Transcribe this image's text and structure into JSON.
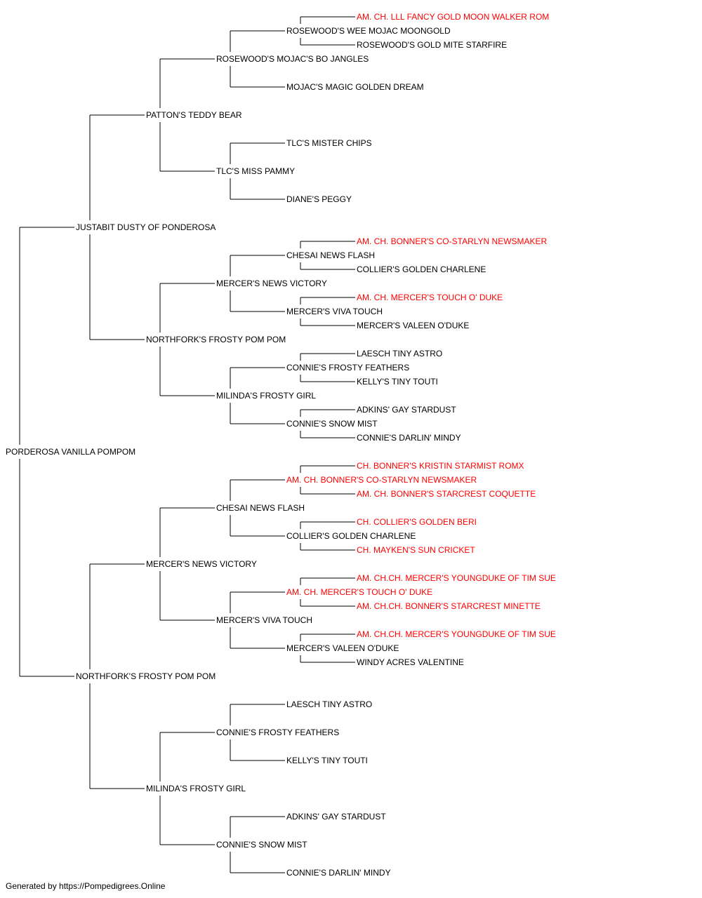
{
  "colors": {
    "text": "#000000",
    "champion": "#ff0000",
    "line": "#000000"
  },
  "pedigree": {
    "name": "PORDEROSA VANILLA POMPOM",
    "sire": {
      "name": "JUSTABIT DUSTY OF PONDEROSA",
      "sire": {
        "name": "PATTON'S TEDDY BEAR",
        "sire": {
          "name": "ROSEWOOD'S MOJAC'S BO JANGLES",
          "sire": {
            "name": "ROSEWOOD'S WEE MOJAC MOONGOLD",
            "sire": {
              "name": "AM. CH. LLL FANCY GOLD MOON WALKER ROM",
              "champion": true
            },
            "dam": {
              "name": "ROSEWOOD'S GOLD MITE STARFIRE"
            }
          },
          "dam": {
            "name": "MOJAC'S MAGIC GOLDEN DREAM"
          }
        },
        "dam": {
          "name": "TLC'S MISS PAMMY",
          "sire": {
            "name": "TLC'S MISTER CHIPS"
          },
          "dam": {
            "name": "DIANE'S PEGGY"
          }
        }
      },
      "dam": {
        "name": "NORTHFORK'S FROSTY POM POM",
        "sire": {
          "name": "MERCER'S NEWS VICTORY",
          "sire": {
            "name": "CHESAI NEWS FLASH",
            "sire": {
              "name": "AM. CH. BONNER'S CO-STARLYN NEWSMAKER",
              "champion": true
            },
            "dam": {
              "name": "COLLIER'S GOLDEN CHARLENE"
            }
          },
          "dam": {
            "name": "MERCER'S VIVA TOUCH",
            "sire": {
              "name": "AM. CH. MERCER'S TOUCH O' DUKE",
              "champion": true
            },
            "dam": {
              "name": "MERCER'S VALEEN O'DUKE"
            }
          }
        },
        "dam": {
          "name": "MILINDA'S FROSTY GIRL",
          "sire": {
            "name": "CONNIE'S FROSTY FEATHERS",
            "sire": {
              "name": "LAESCH TINY ASTRO"
            },
            "dam": {
              "name": "KELLY'S TINY TOUTI"
            }
          },
          "dam": {
            "name": "CONNIE'S SNOW MIST",
            "sire": {
              "name": "ADKINS' GAY STARDUST"
            },
            "dam": {
              "name": "CONNIE'S DARLIN' MINDY"
            }
          }
        }
      }
    },
    "dam": {
      "name": "NORTHFORK'S FROSTY POM POM",
      "sire": {
        "name": "MERCER'S NEWS VICTORY",
        "sire": {
          "name": "CHESAI NEWS FLASH",
          "sire": {
            "name": "AM. CH. BONNER'S CO-STARLYN NEWSMAKER",
            "champion": true,
            "sire": {
              "name": "CH. BONNER'S KRISTIN STARMIST ROMX",
              "champion": true
            },
            "dam": {
              "name": "AM. CH. BONNER'S STARCREST COQUETTE",
              "champion": true
            }
          },
          "dam": {
            "name": "COLLIER'S GOLDEN CHARLENE",
            "sire": {
              "name": "CH. COLLIER'S GOLDEN BERI",
              "champion": true
            },
            "dam": {
              "name": "CH. MAYKEN'S SUN CRICKET",
              "champion": true
            }
          }
        },
        "dam": {
          "name": "MERCER'S VIVA TOUCH",
          "sire": {
            "name": "AM. CH. MERCER'S TOUCH O' DUKE",
            "champion": true,
            "sire": {
              "name": "AM. CH.CH. MERCER'S YOUNGDUKE OF TIM SUE",
              "champion": true
            },
            "dam": {
              "name": "AM. CH.CH. BONNER'S STARCREST MINETTE",
              "champion": true
            }
          },
          "dam": {
            "name": "MERCER'S VALEEN O'DUKE",
            "sire": {
              "name": "AM. CH.CH. MERCER'S YOUNGDUKE OF TIM SUE",
              "champion": true
            },
            "dam": {
              "name": "WINDY ACRES VALENTINE"
            }
          }
        }
      },
      "dam": {
        "name": "MILINDA'S FROSTY GIRL",
        "sire": {
          "name": "CONNIE'S FROSTY FEATHERS",
          "sire": {
            "name": "LAESCH TINY ASTRO"
          },
          "dam": {
            "name": "KELLY'S TINY TOUTI"
          }
        },
        "dam": {
          "name": "CONNIE'S SNOW MIST",
          "sire": {
            "name": "ADKINS' GAY STARDUST"
          },
          "dam": {
            "name": "CONNIE'S DARLIN' MINDY"
          }
        }
      }
    }
  },
  "footer": {
    "text": "Generated by https://Pompedigrees.Online"
  }
}
